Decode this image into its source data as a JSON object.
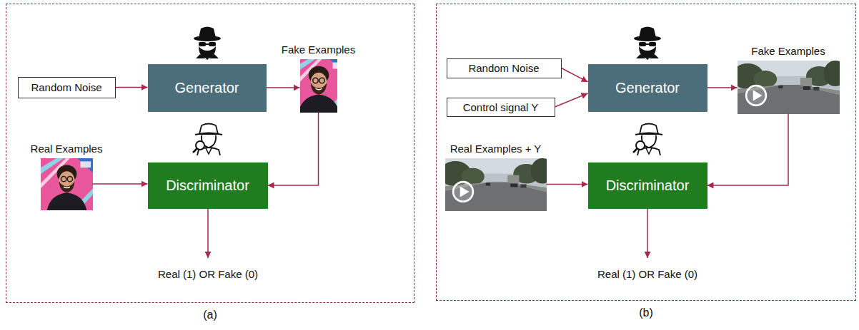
{
  "diagram": {
    "nodes": [
      {
        "text": [
          "(a)"
        ]
      },
      {
        "text": [
          "Random Noise"
        ],
        "in": 0
      },
      {
        "text": [
          "Generator"
        ],
        "in": 0
      },
      {
        "text": [
          "Fake Examples"
        ],
        "in": 0
      },
      {
        "text": [
          "Real Examples"
        ],
        "in": 0
      },
      {
        "text": [
          "Discriminator"
        ],
        "in": 0
      },
      {
        "text": [
          "(b)"
        ]
      },
      {
        "text": [
          "Random Noise"
        ],
        "in": 6
      },
      {
        "text": [
          "Control signal Y"
        ],
        "in": 6
      },
      {
        "text": [
          "Generator"
        ],
        "in": 6
      },
      {
        "text": [
          "Fake Examples"
        ],
        "in": 6
      },
      {
        "text": [
          "Real Examples + Y"
        ],
        "in": 6
      },
      {
        "text": [
          "Discriminator"
        ],
        "in": 6
      }
    ],
    "edges": [
      {
        "from": 1,
        "to": 2,
        "arrow": "to"
      },
      {
        "from": 2,
        "to": 3,
        "arrow": "to"
      },
      {
        "from": 3,
        "to": 5,
        "arrow": "to"
      },
      {
        "from": 4,
        "to": 5,
        "arrow": "to"
      },
      {
        "from": 7,
        "to": 9,
        "arrow": "to"
      },
      {
        "from": 8,
        "to": 9,
        "arrow": "to"
      },
      {
        "from": 9,
        "to": 10,
        "arrow": "to"
      },
      {
        "from": 10,
        "to": 12,
        "arrow": "to"
      },
      {
        "from": 11,
        "to": 12,
        "arrow": "to"
      }
    ],
    "labels": [
      "Real (1) OR Fake (0)",
      "Real (1) OR Fake (0)"
    ]
  }
}
